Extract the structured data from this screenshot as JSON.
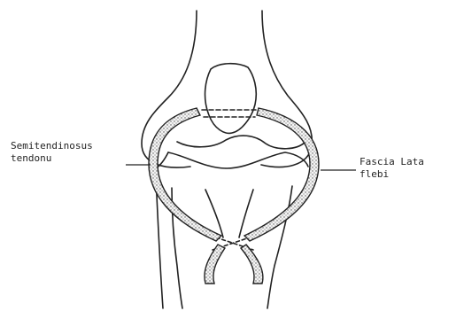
{
  "figure": {
    "labels": {
      "semitendinosus_line1": "Semitendinosus",
      "semitendinosus_line2": "tendonu",
      "fascia_line1": "Fascia Lata",
      "fascia_line2": "flebi"
    },
    "colors": {
      "ink": "#222222",
      "graft_fill": "#f3f3f3",
      "show_through": "#e8e8e8"
    }
  }
}
